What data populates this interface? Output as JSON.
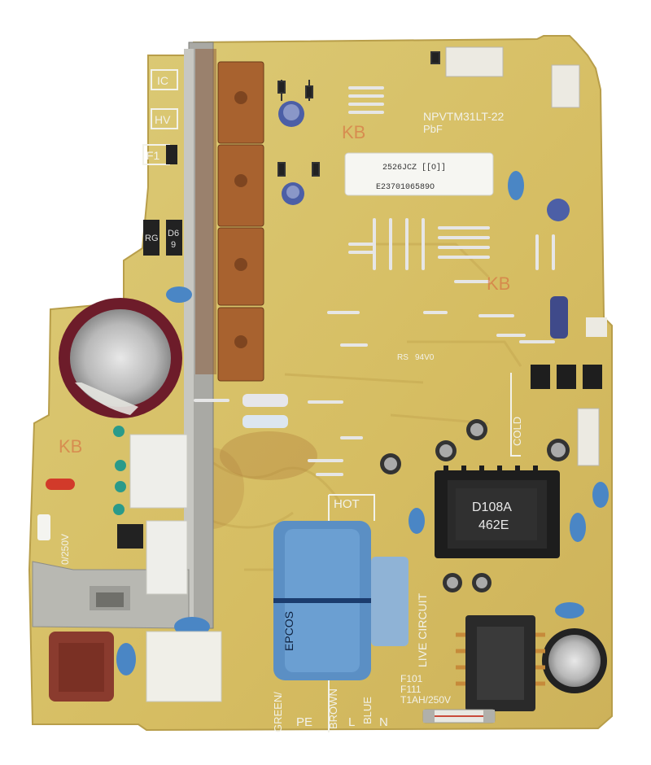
{
  "colors": {
    "pcb": "#d9c36a",
    "pcb_dark": "#c2a64e",
    "silkscreen": "#f2f2ea",
    "heatsink": "#b0b0aa",
    "copper": "#a8622f",
    "capacitor_maroon": "#7a2030",
    "capacitor_blue": "#4c5fa6",
    "filter_blue": "#5b8fc4",
    "transformer_black": "#202020",
    "relay_white": "#eeeeea",
    "fuse_holder": "#8a3b2e"
  },
  "labels": {
    "part_number": "NPVTM31LT-22",
    "pbf": "PbF",
    "sticker_line1": "2526JCZ [[O]]",
    "sticker_line2": "E2370106589O",
    "watermark1": "KB",
    "watermark2": "KB",
    "watermark3": "KB",
    "ic": "IC",
    "hv": "HV",
    "f1": "F1",
    "diode1": "RG",
    "diode2": "D6",
    "diode2b": "9",
    "hot": "HOT",
    "cold": "COLD",
    "transformer_line1": "D108A",
    "transformer_line2": "462E",
    "filter_brand": "EPCOS",
    "live_circuit": "LIVE CIRCUIT",
    "fuse_a": "F101",
    "fuse_b": "F111",
    "fuse_rating": "T1AH/250V",
    "left_rating": "0/250V",
    "pe": "PE",
    "l": "L",
    "n": "N",
    "brown": "BROWN",
    "blue": "BLUE",
    "green": "GREEN/",
    "rs": "RS",
    "v0": "94V0"
  }
}
